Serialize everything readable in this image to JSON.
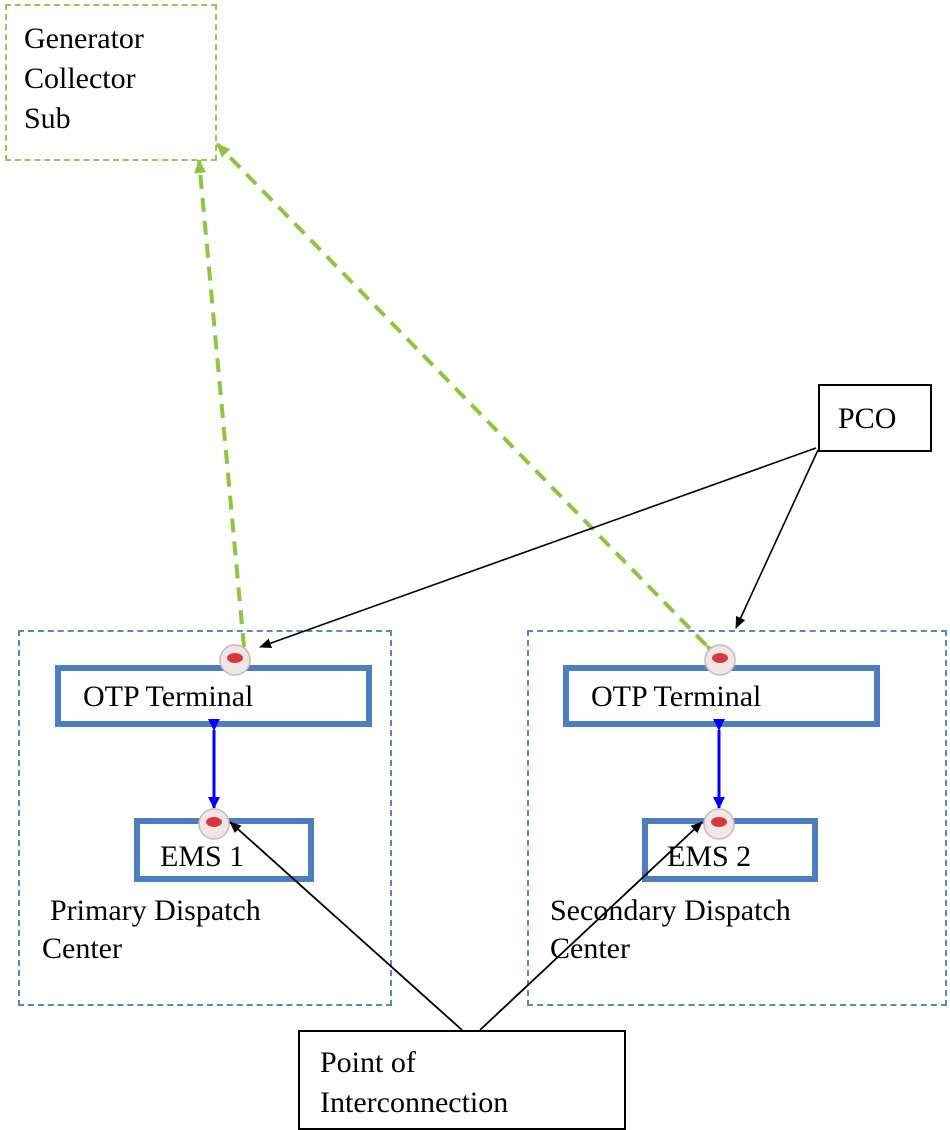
{
  "generator_box": {
    "lines": [
      "Generator",
      "Collector",
      "Sub"
    ]
  },
  "pco": {
    "label": "PCO"
  },
  "primary": {
    "otp_label": "OTP Terminal",
    "ems_label": "EMS 1",
    "caption_lines": [
      "Primary Dispatch",
      "Center"
    ]
  },
  "secondary": {
    "otp_label": "OTP Terminal",
    "ems_label": "EMS 2",
    "caption_lines": [
      "Secondary Dispatch",
      "Center"
    ]
  },
  "poi": {
    "lines": [
      "Point of",
      "Interconnection"
    ]
  },
  "colors": {
    "green_dashed": "#8cc63f",
    "blue_box": "#4f7ec0",
    "blue_dashed": "#5b86c3",
    "blue_arrow": "#0000ff",
    "node_red": "#d9363e"
  }
}
